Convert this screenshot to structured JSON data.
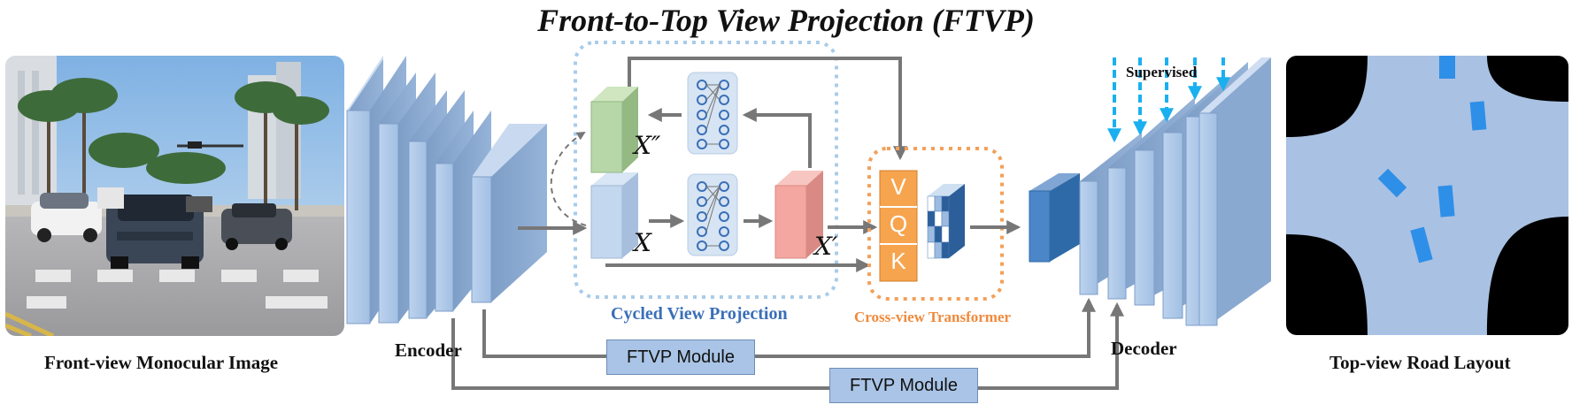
{
  "title": "Front-to-Top View Projection (FTVP)",
  "labels": {
    "input_image": "Front-view Monocular Image",
    "encoder": "Encoder",
    "decoder": "Decoder",
    "output": "Top-view Road Layout",
    "cycled_view_projection": "Cycled View Projection",
    "cross_view_transformer": "Cross-view Transformer",
    "supervised": "Supervised"
  },
  "modules": {
    "ftvp_upper": "FTVP Module",
    "ftvp_lower": "FTVP Module"
  },
  "features": {
    "x": "X",
    "x_prime": "X′",
    "x_double_prime": "X″"
  },
  "transformer_inputs": [
    "V",
    "Q",
    "K"
  ],
  "colors": {
    "encoder_blue": "#a9c4e6",
    "feature_green": "#b7d7a8",
    "feature_red": "#f4a7a0",
    "transformer_orange": "#f7a44f",
    "cycled_border": "#a9cce9",
    "transformer_border": "#f3a05a",
    "supervision_arrow": "#1ab0f0",
    "road_mask": "#a9c1e3",
    "vehicle_mask": "#2e8fe8"
  }
}
